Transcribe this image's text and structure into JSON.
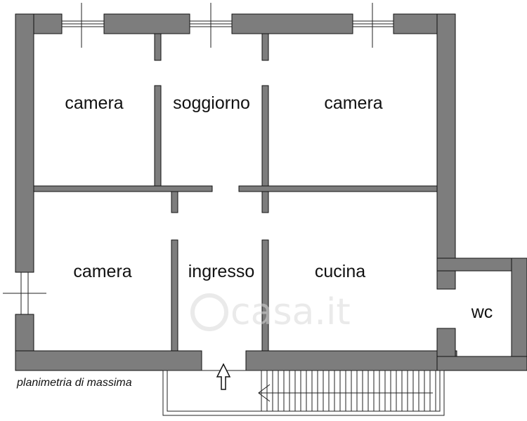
{
  "rooms": {
    "camera_top_left": "camera",
    "soggiorno": "soggiorno",
    "camera_top_right": "camera",
    "camera_bottom_left": "camera",
    "ingresso": "ingresso",
    "cucina": "cucina",
    "wc": "wc"
  },
  "caption": "planimetria di massima",
  "watermark": "casa.it",
  "colors": {
    "wall_fill": "#7d7d7d",
    "wall_outline": "#111111",
    "label": "#111111"
  }
}
